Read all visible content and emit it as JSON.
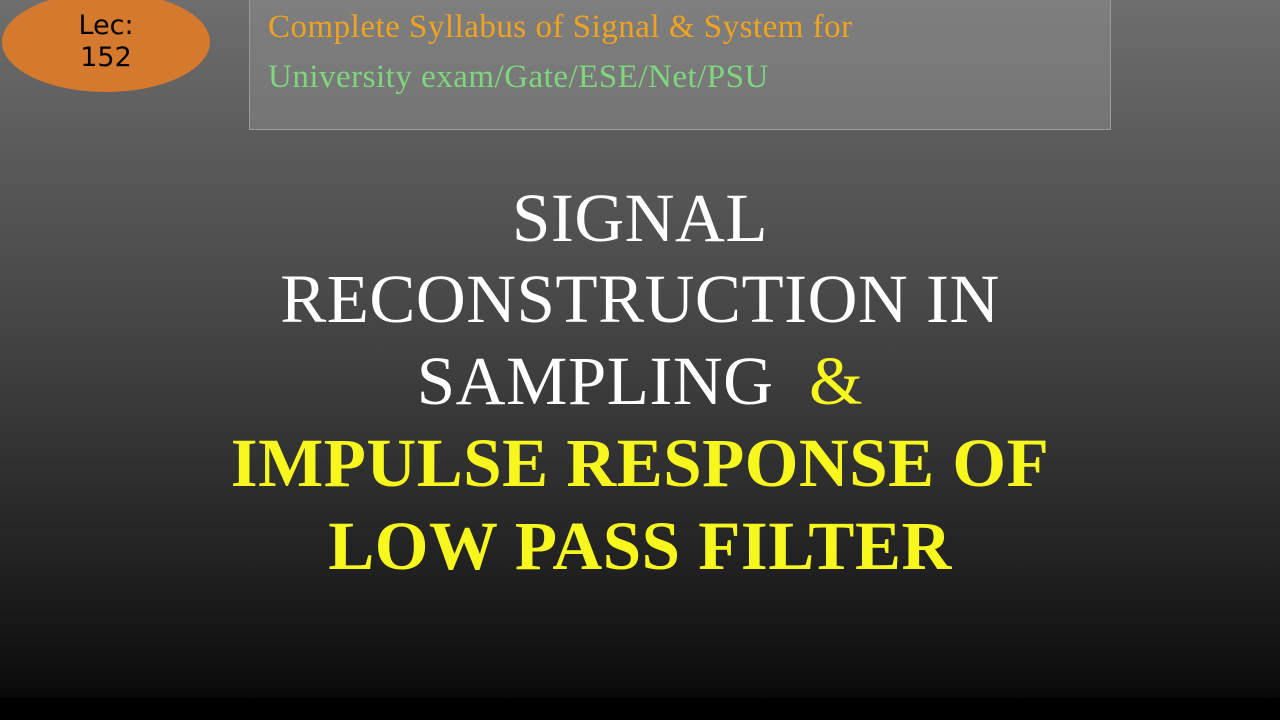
{
  "badge": {
    "label": "Lec:",
    "number": "152"
  },
  "syllabus": {
    "line1": "Complete Syllabus of Signal & System for",
    "line2": "University exam/Gate/ESE/Net/PSU"
  },
  "title": {
    "line1": "SIGNAL",
    "line2": "RECONSTRUCTION IN",
    "line3a": "SAMPLING",
    "line3b": "&",
    "line4": "IMPULSE RESPONSE OF",
    "line5": "LOW PASS FILTER"
  },
  "colors": {
    "badge_fill": "#d4792e",
    "syllabus_line1": "#f0a31e",
    "syllabus_line2": "#7fd67f",
    "title_white": "#ffffff",
    "title_yellow": "#f7f71d",
    "bottom_bar": "#000000"
  }
}
